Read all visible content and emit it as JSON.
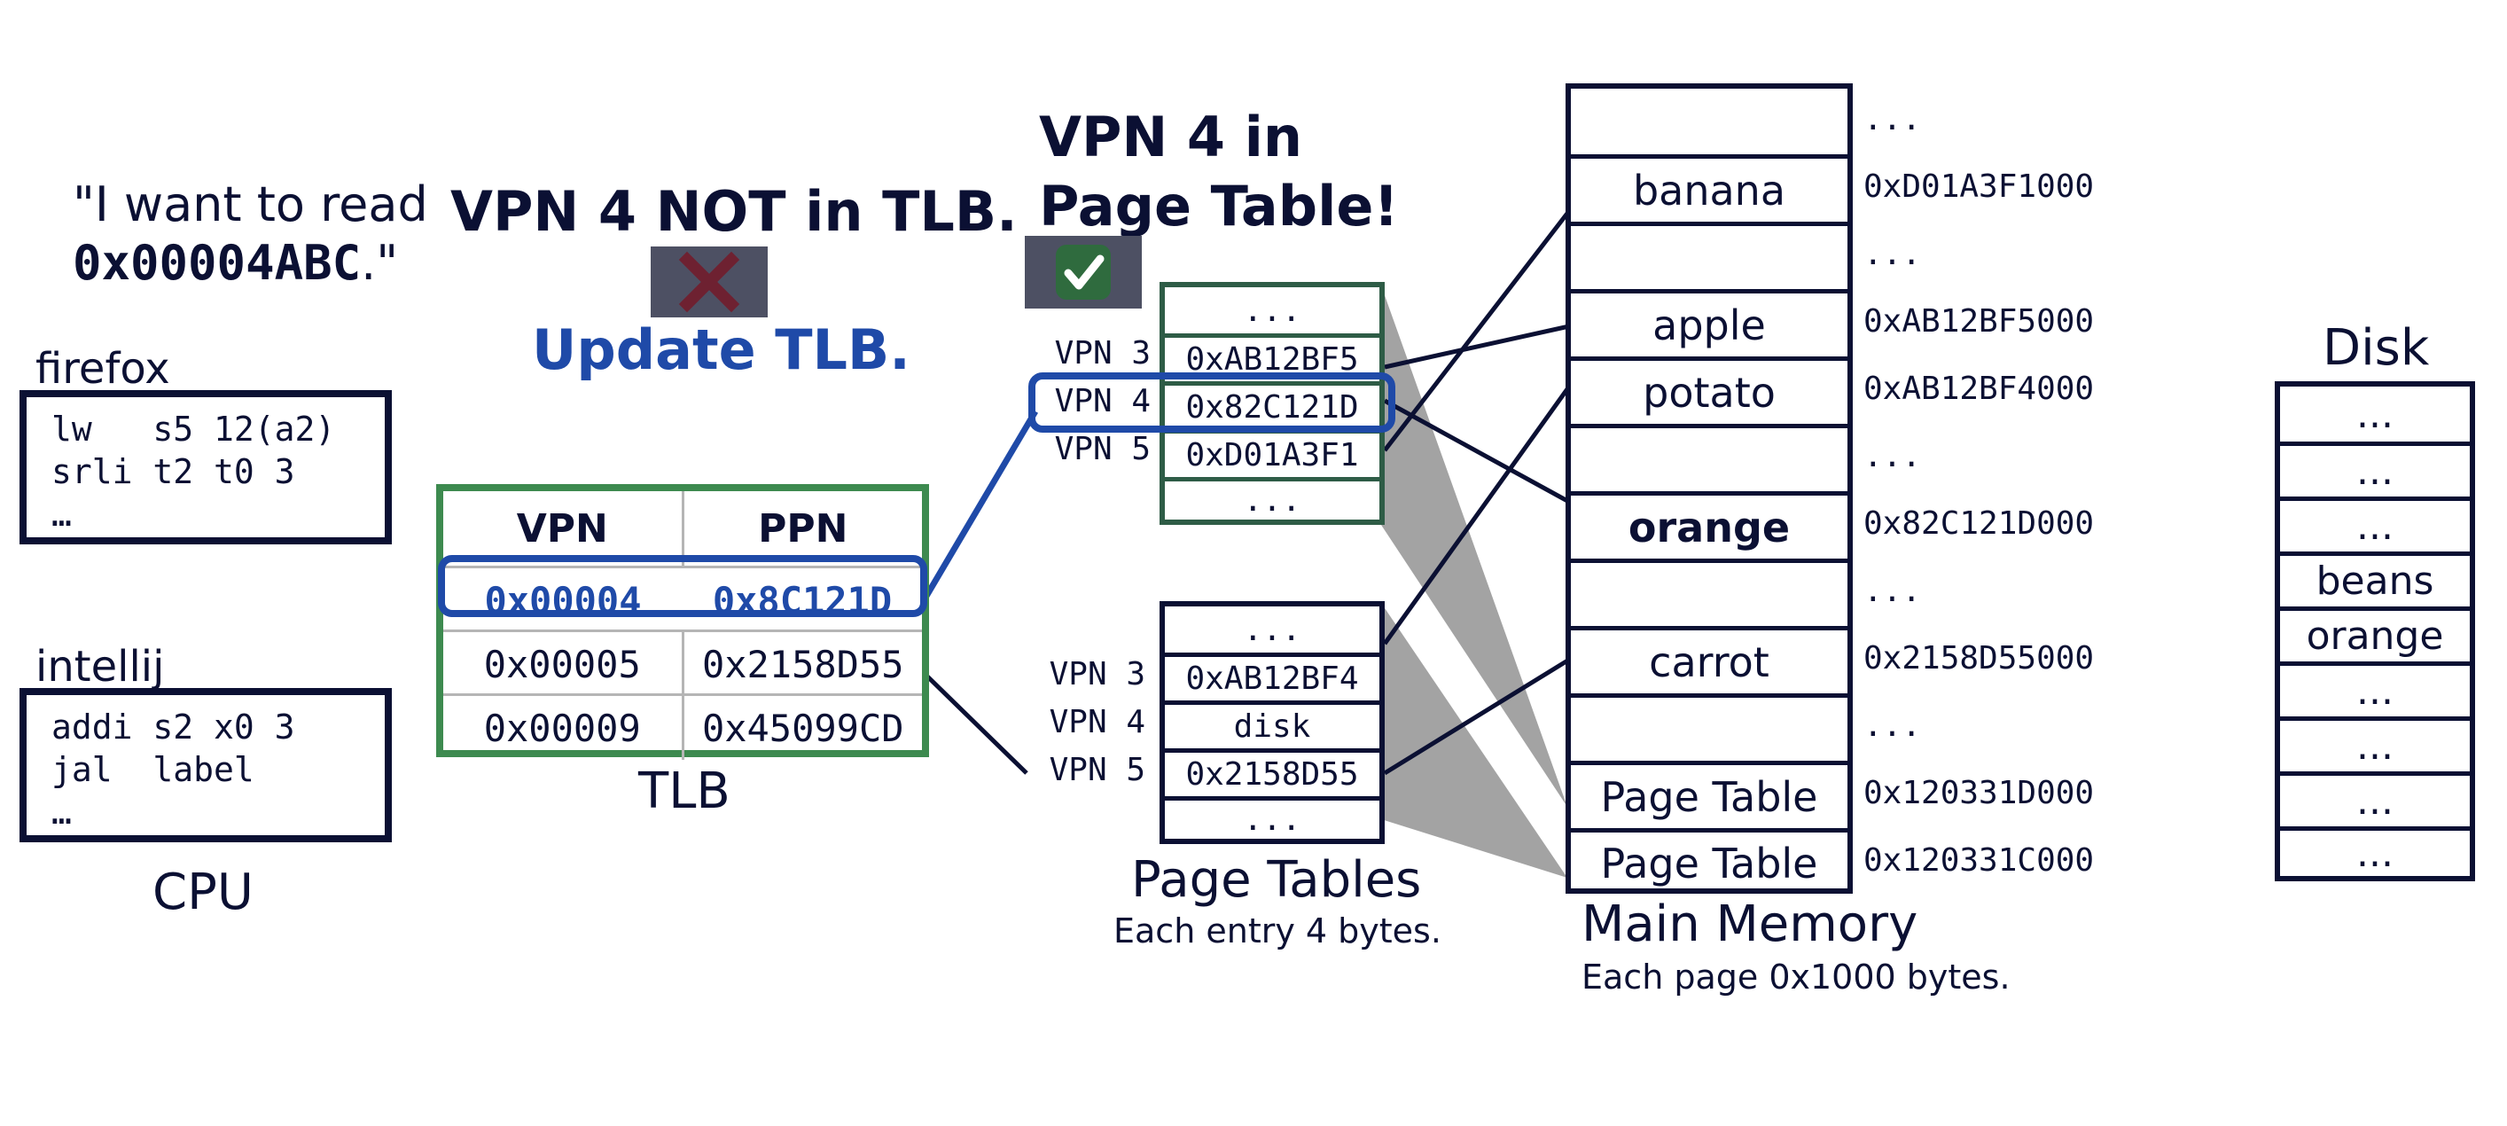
{
  "colors": {
    "navy": "#0b1033",
    "highlight_blue": "#1f4aa8",
    "tlb_green": "#3d8a4f",
    "page_table_green": "#2e5c46",
    "shade_gray": "#a3a3a3",
    "badge_gray": "#4d5063",
    "cross_red": "#6e2131",
    "check_green": "#2f6b3e"
  },
  "cpu": {
    "quote_line1": "\"I want to read",
    "quote_addr": "0x00004ABC",
    "quote_end": ".\"",
    "processes": [
      {
        "name": "firefox",
        "code": [
          "lw   s5 12(a2)",
          "srli t2 t0 3",
          "…"
        ]
      },
      {
        "name": "intellij",
        "code": [
          "addi s2 x0 3",
          "jal  label",
          "…"
        ]
      }
    ],
    "caption": "CPU"
  },
  "tlb": {
    "headline_miss": "VPN 4 NOT in TLB.",
    "miss_icon": "cross-mark-icon",
    "update_text": "Update TLB.",
    "headers": [
      "VPN",
      "PPN"
    ],
    "rows": [
      {
        "vpn": "0x00004",
        "ppn": "0x8C121D"
      },
      {
        "vpn": "0x00005",
        "ppn": "0x2158D55"
      },
      {
        "vpn": "0x00009",
        "ppn": "0x45099CD"
      }
    ],
    "caption": "TLB"
  },
  "page_tables": {
    "headline_line1": "VPN 4 in",
    "headline_line2": "Page Table!",
    "hit_icon": "check-mark-icon",
    "table1": {
      "rows": [
        {
          "label": "",
          "value": "..."
        },
        {
          "label": "VPN 3",
          "value": "0xAB12BF5"
        },
        {
          "label": "VPN 4",
          "value": "0x82C121D"
        },
        {
          "label": "VPN 5",
          "value": "0xD01A3F1"
        },
        {
          "label": "",
          "value": "..."
        }
      ]
    },
    "table2": {
      "rows": [
        {
          "label": "",
          "value": "..."
        },
        {
          "label": "VPN 3",
          "value": "0xAB12BF4"
        },
        {
          "label": "VPN 4",
          "value": "disk"
        },
        {
          "label": "VPN 5",
          "value": "0x2158D55"
        },
        {
          "label": "",
          "value": "..."
        }
      ]
    },
    "caption": "Page Tables",
    "subcaption": "Each entry 4 bytes."
  },
  "main_memory": {
    "rows": [
      {
        "content": "",
        "addr": "..."
      },
      {
        "content": "banana",
        "addr": "0xD01A3F1000"
      },
      {
        "content": "",
        "addr": "..."
      },
      {
        "content": "apple",
        "addr": "0xAB12BF5000"
      },
      {
        "content": "potato",
        "addr": "0xAB12BF4000"
      },
      {
        "content": "",
        "addr": "..."
      },
      {
        "content": "orange",
        "addr": "0x82C121D000",
        "bold": true
      },
      {
        "content": "",
        "addr": "..."
      },
      {
        "content": "carrot",
        "addr": "0x2158D55000"
      },
      {
        "content": "",
        "addr": "..."
      },
      {
        "content": "Page Table",
        "addr": "0x120331D000"
      },
      {
        "content": "Page Table",
        "addr": "0x120331C000"
      }
    ],
    "caption": "Main Memory",
    "subcaption": "Each page 0x1000 bytes."
  },
  "disk": {
    "title": "Disk",
    "rows": [
      "...",
      "...",
      "...",
      "beans",
      "orange",
      "...",
      "...",
      "...",
      "..."
    ]
  }
}
